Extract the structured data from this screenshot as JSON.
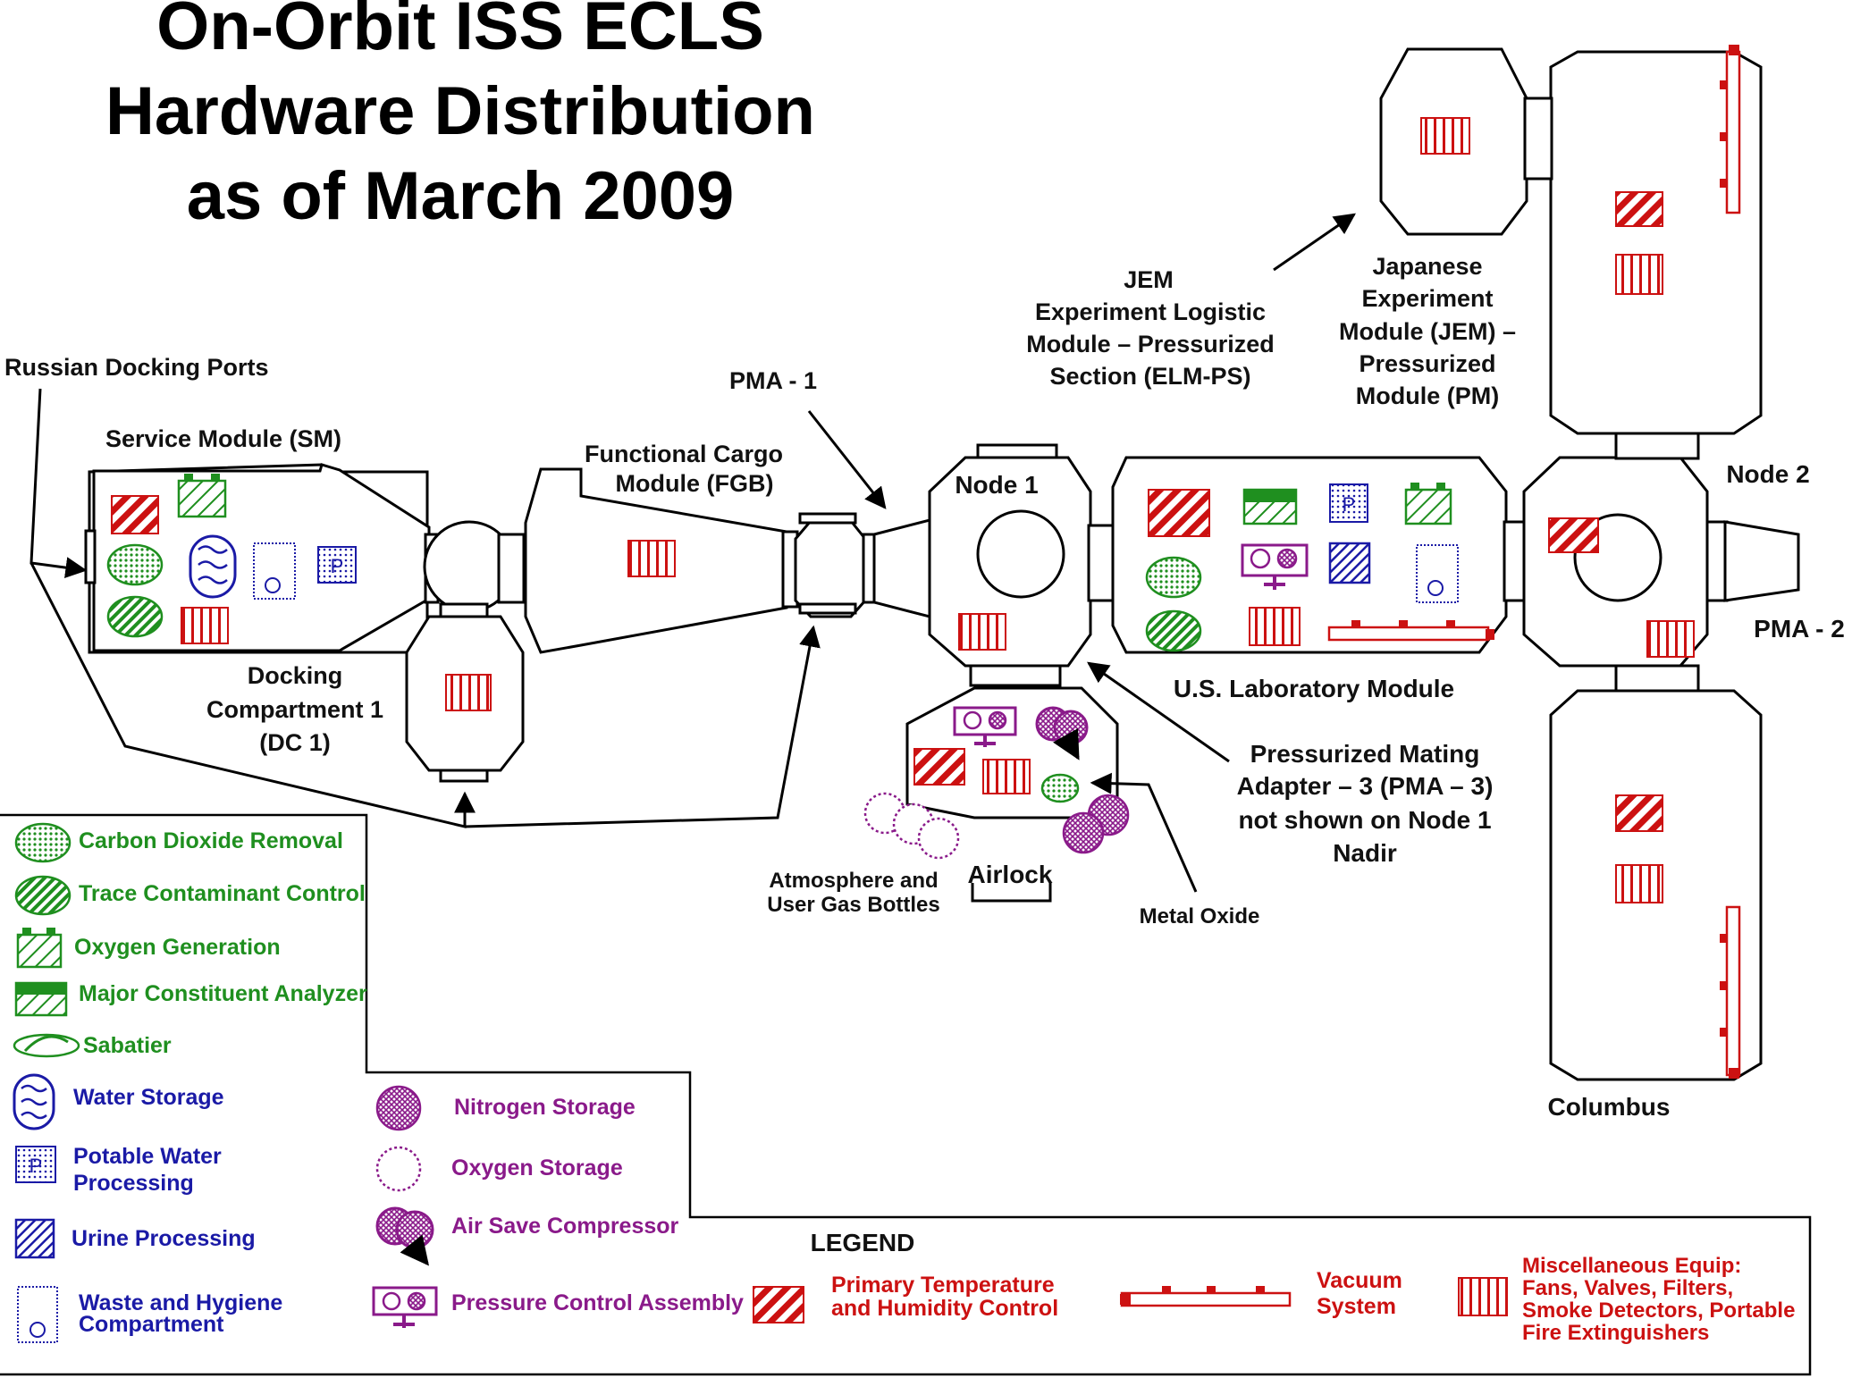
{
  "title": {
    "line1": "On-Orbit ISS ECLS",
    "line2": "Hardware Distribution",
    "line3": "as of March 2009"
  },
  "labels": {
    "russian_docking_ports": "Russian Docking Ports",
    "service_module": "Service Module (SM)",
    "fgb_line1": "Functional Cargo",
    "fgb_line2": "Module (FGB)",
    "pma1": "PMA - 1",
    "dc1_line1": "Docking",
    "dc1_line2": "Compartment 1",
    "dc1_line3": "(DC 1)",
    "node1": "Node 1",
    "elm_line1": "JEM",
    "elm_line2": "Experiment Logistic",
    "elm_line3": "Module – Pressurized",
    "elm_line4": "Section (ELM-PS)",
    "jem_line1": "Japanese",
    "jem_line2": "Experiment",
    "jem_line3": "Module (JEM) –",
    "jem_line4": "Pressurized",
    "jem_line5": "Module (PM)",
    "node2": "Node 2",
    "pma2": "PMA - 2",
    "us_lab": "U.S. Laboratory  Module",
    "pma3_line1": "Pressurized Mating",
    "pma3_line2": "Adapter – 3 (PMA – 3)",
    "pma3_line3": "not shown  on Node 1",
    "pma3_line4": "Nadir",
    "airlock": "Airlock",
    "gas_line1": "Atmosphere and",
    "gas_line2": "User Gas Bottles",
    "metal_oxide": "Metal Oxide",
    "columbus": "Columbus"
  },
  "legend": {
    "heading": "LEGEND",
    "co2": "Carbon Dioxide Removal",
    "tcc": "Trace Contaminant Control",
    "o2gen": "Oxygen Generation",
    "mca": "Major Constituent Analyzer",
    "sabatier": "Sabatier",
    "water_storage": "Water Storage",
    "potable_line1": "Potable Water",
    "potable_line2": "Processing",
    "urine": "Urine Processing",
    "waste_line1": "Waste and Hygiene",
    "waste_line2": "Compartment",
    "nitrogen": "Nitrogen Storage",
    "oxygen_storage": "Oxygen Storage",
    "air_save": "Air Save Compressor",
    "pca": "Pressure Control Assembly",
    "thc_line1": "Primary Temperature",
    "thc_line2": "and Humidity Control",
    "vacuum_line1": "Vacuum",
    "vacuum_line2": "System",
    "misc_line1": "Miscellaneous Equip:",
    "misc_line2": "Fans, Valves, Filters,",
    "misc_line3": "Smoke Detectors, Portable",
    "misc_line4": "Fire Extinguishers"
  },
  "colors": {
    "green": "#1f8f1f",
    "blue": "#1a1aa6",
    "purple": "#8a1a8a",
    "red": "#cc1111"
  }
}
